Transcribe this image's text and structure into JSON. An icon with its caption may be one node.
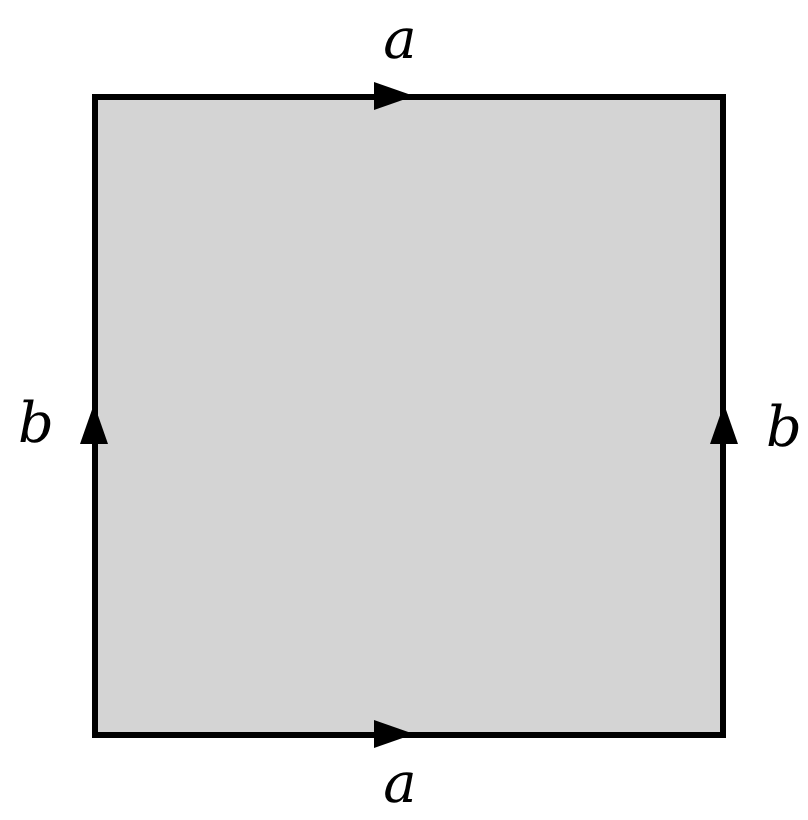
{
  "diagram": {
    "nodes": [
      {
        "text": [],
        "shape": "box"
      }
    ],
    "labels": [
      "a",
      "b",
      "b",
      "a"
    ]
  }
}
